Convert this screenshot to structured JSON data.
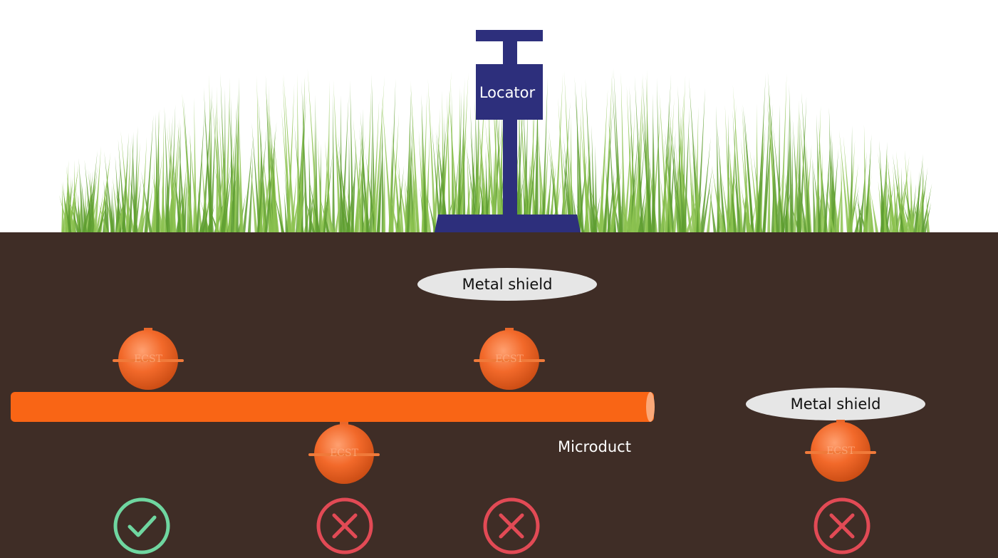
{
  "locator": {
    "label": "Locator"
  },
  "shields": [
    {
      "label": "Metal shield"
    },
    {
      "label": "Metal shield"
    }
  ],
  "microduct": {
    "label": "Microduct"
  },
  "marker_logo": "ECST",
  "results": [
    {
      "status": "ok",
      "icon": "check-circle-icon"
    },
    {
      "status": "fail",
      "icon": "x-circle-icon"
    },
    {
      "status": "fail",
      "icon": "x-circle-icon"
    },
    {
      "status": "fail",
      "icon": "x-circle-icon"
    }
  ],
  "colors": {
    "soil": "#3f2d26",
    "locator": "#2d2f7c",
    "pipe": "#f96515",
    "shield": "#e6e6e6",
    "ok": "#6fd6a0",
    "fail": "#e24a55",
    "grass": "#6aa83a"
  }
}
